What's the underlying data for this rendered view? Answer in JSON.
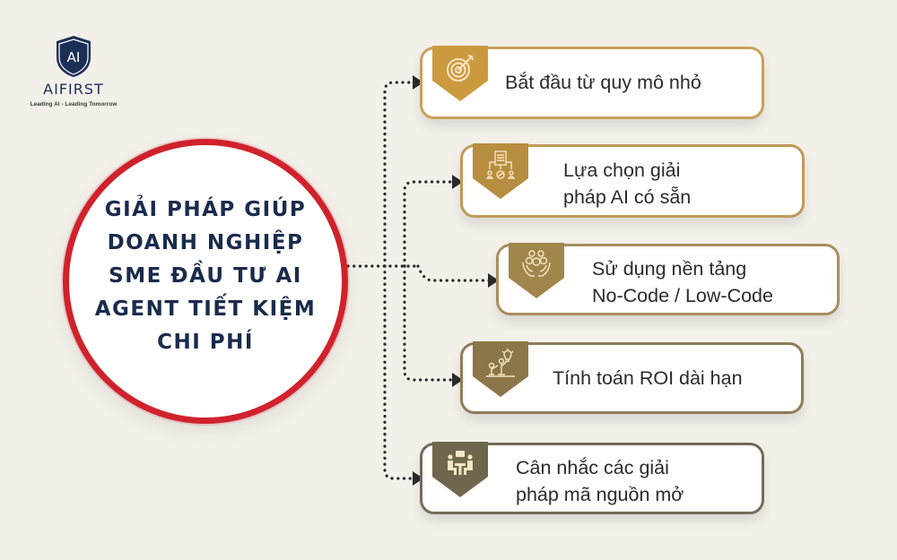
{
  "logo": {
    "mark": "AI",
    "name": "AIFIRST",
    "tagline": "Leading AI - Leading Tomorrow",
    "icon": "shield-icon"
  },
  "hub": {
    "title_lines": [
      "GIẢI PHÁP GIÚP",
      "DOANH NGHIỆP",
      "SME ĐẦU TƯ AI",
      "AGENT TIẾT KIỆM",
      "CHI PHÍ"
    ],
    "border_color": "#d0222c",
    "text_color": "#1a2b4c"
  },
  "items": [
    {
      "lines": [
        "Bắt đầu từ quy mô nhỏ"
      ],
      "icon": "target-icon",
      "badge_color": "#cc9a3e",
      "border_color": "#c9a15a"
    },
    {
      "lines": [
        "Lựa chọn giải",
        "pháp AI có sẵn"
      ],
      "icon": "document-selection-icon",
      "badge_color": "#b78d3f",
      "border_color": "#bf9a58"
    },
    {
      "lines": [
        "Sử dụng nền tảng",
        "No-Code / Low-Code"
      ],
      "icon": "hands-people-icon",
      "badge_color": "#a1864b",
      "border_color": "#a88f5e"
    },
    {
      "lines": [
        "Tính toán ROI dài hạn"
      ],
      "icon": "idea-teamwork-icon",
      "badge_color": "#8b7649",
      "border_color": "#8f7b58"
    },
    {
      "lines": [
        "Cân nhắc các giải",
        "pháp mã nguồn mở"
      ],
      "icon": "meeting-icon",
      "badge_color": "#6f664e",
      "border_color": "#736b58"
    }
  ],
  "connector_color": "#2a2a2a",
  "background_color": "#f3f0ea"
}
